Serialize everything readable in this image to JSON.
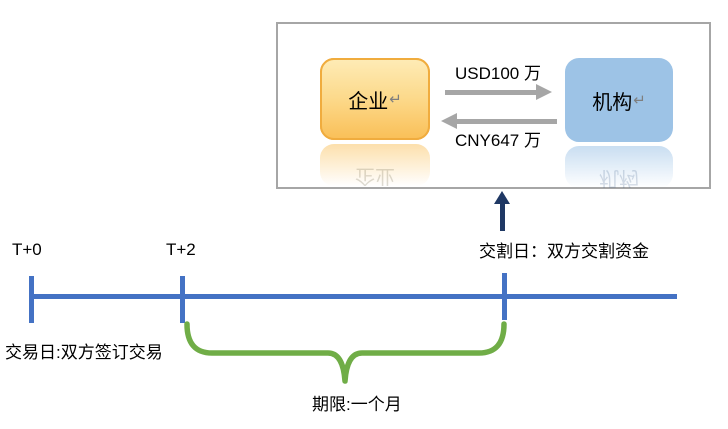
{
  "flow_panel": {
    "enterprise": {
      "label": "企业",
      "return_mark": "↵"
    },
    "institution": {
      "label": "机构",
      "return_mark": "↵"
    },
    "usd_label": "USD100 万",
    "cny_label": "CNY647 万"
  },
  "timeline": {
    "t0": "T+0",
    "t2": "T+2",
    "settlement_label": "交割日：双方交割资金",
    "trade_label": "交易日:双方签订交易",
    "term_label": "期限:一个月"
  },
  "colors": {
    "timeline_blue": "#4472C4",
    "brace_green": "#70AD47",
    "pointer_navy": "#1F3864",
    "flow_arrow_gray": "#A6A6A6",
    "panel_border_gray": "#A6A6A6",
    "enterprise_fill_top": "#FEEBB5",
    "enterprise_fill_bottom": "#FAC059",
    "enterprise_border": "#F0AC3E",
    "institution_fill": "#9DC3E6"
  }
}
